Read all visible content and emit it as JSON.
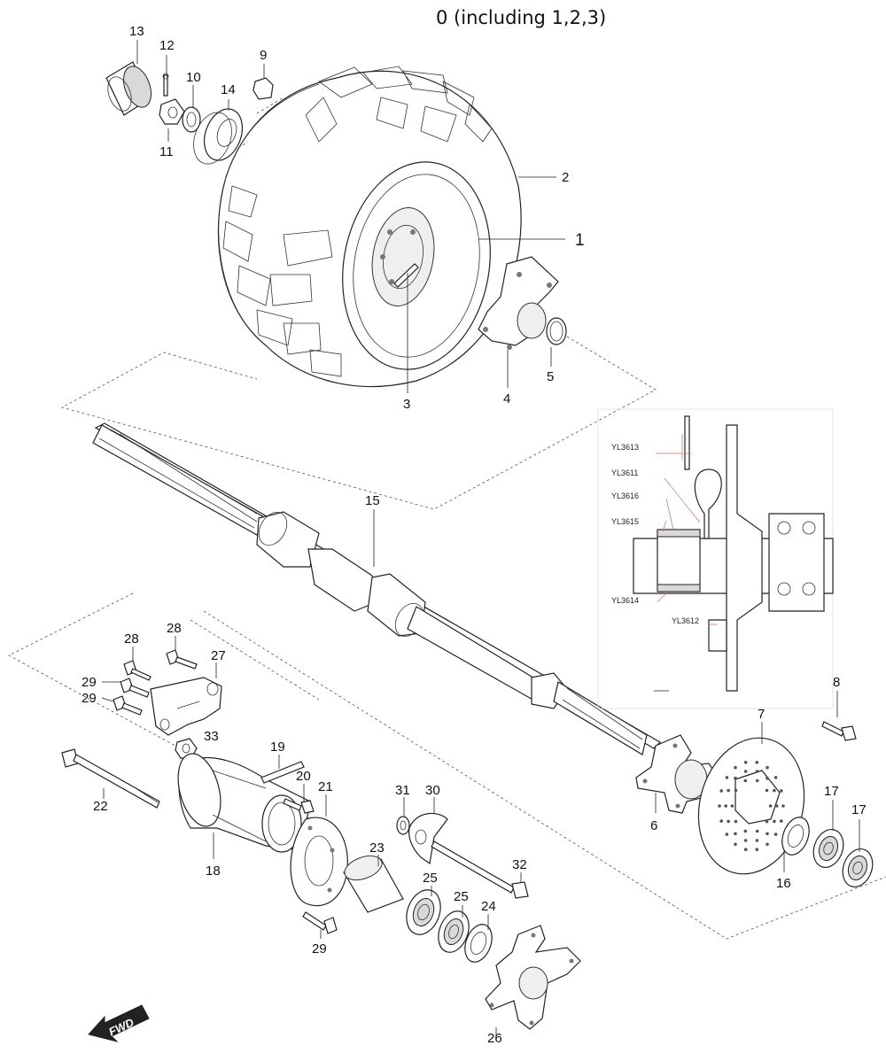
{
  "title": "0 (including 1,2,3)",
  "callouts": {
    "c1": "1",
    "c2": "2",
    "c3": "3",
    "c4": "4",
    "c5": "5",
    "c6": "6",
    "c7": "7",
    "c8": "8",
    "c9": "9",
    "c10": "10",
    "c11": "11",
    "c12": "12",
    "c13": "13",
    "c14": "14",
    "c15": "15",
    "c16": "16",
    "c17a": "17",
    "c17b": "17",
    "c18": "18",
    "c19": "19",
    "c20": "20",
    "c21": "21",
    "c22": "22",
    "c23": "23",
    "c24": "24",
    "c25a": "25",
    "c25b": "25",
    "c26": "26",
    "c27": "27",
    "c28a": "28",
    "c28b": "28",
    "c29a": "29",
    "c29b": "29",
    "c29c": "29",
    "c30": "30",
    "c31": "31",
    "c32": "32",
    "c33": "33"
  },
  "detail": {
    "labels": [
      "YL3613",
      "YL3611",
      "YL3616",
      "YL3615",
      "YL3614",
      "YL3612"
    ]
  },
  "fwd": "FWD",
  "colors": {
    "detail_accent": "#d06a6a",
    "line": "#222222"
  }
}
